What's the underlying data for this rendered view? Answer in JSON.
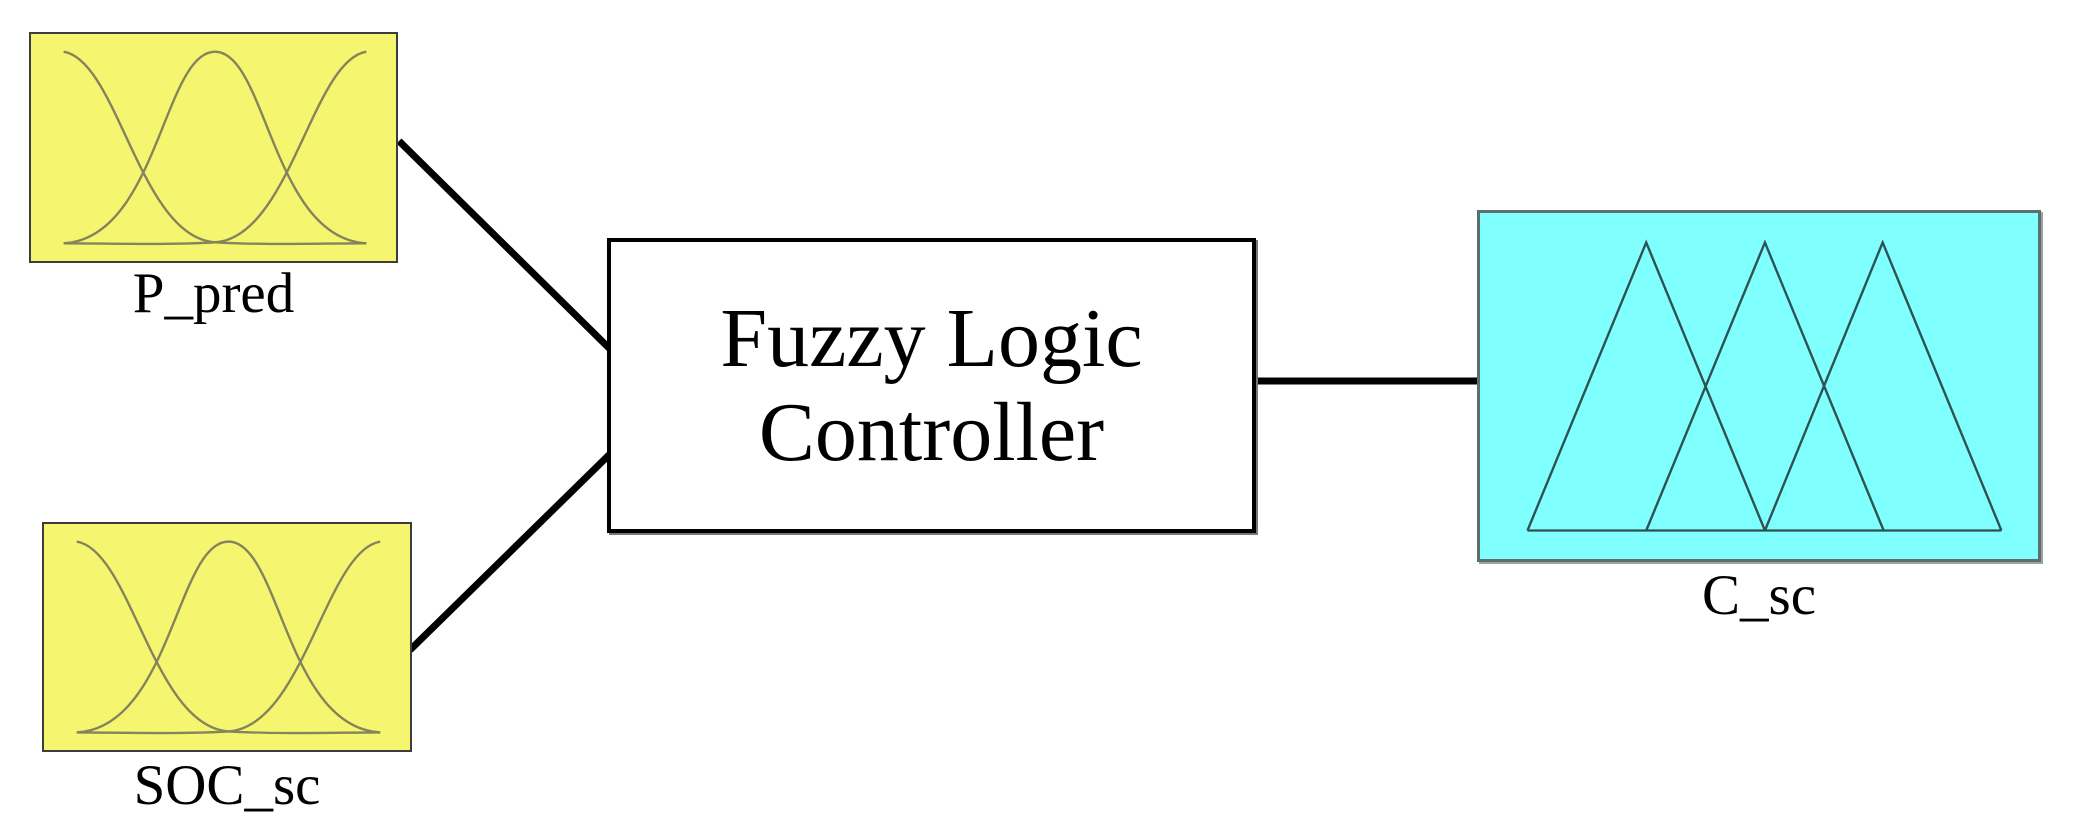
{
  "diagram": {
    "type": "fuzzy-logic-controller-block-diagram",
    "controller": {
      "label_line1": "Fuzzy Logic",
      "label_line2": "Controller"
    },
    "inputs": [
      {
        "label": "P_pred",
        "membership_functions": "3 gaussian curves"
      },
      {
        "label": "SOC_sc",
        "membership_functions": "3 gaussian curves"
      }
    ],
    "output": {
      "label": "C_sc",
      "membership_functions": "3 triangular curves"
    },
    "colors": {
      "input_box_fill": "#f6f56f",
      "output_box_fill": "#80ffff",
      "controller_fill": "#ffffff",
      "connector": "#000000",
      "input_mf_stroke": "#84845c",
      "output_mf_stroke": "#2e5151"
    }
  }
}
